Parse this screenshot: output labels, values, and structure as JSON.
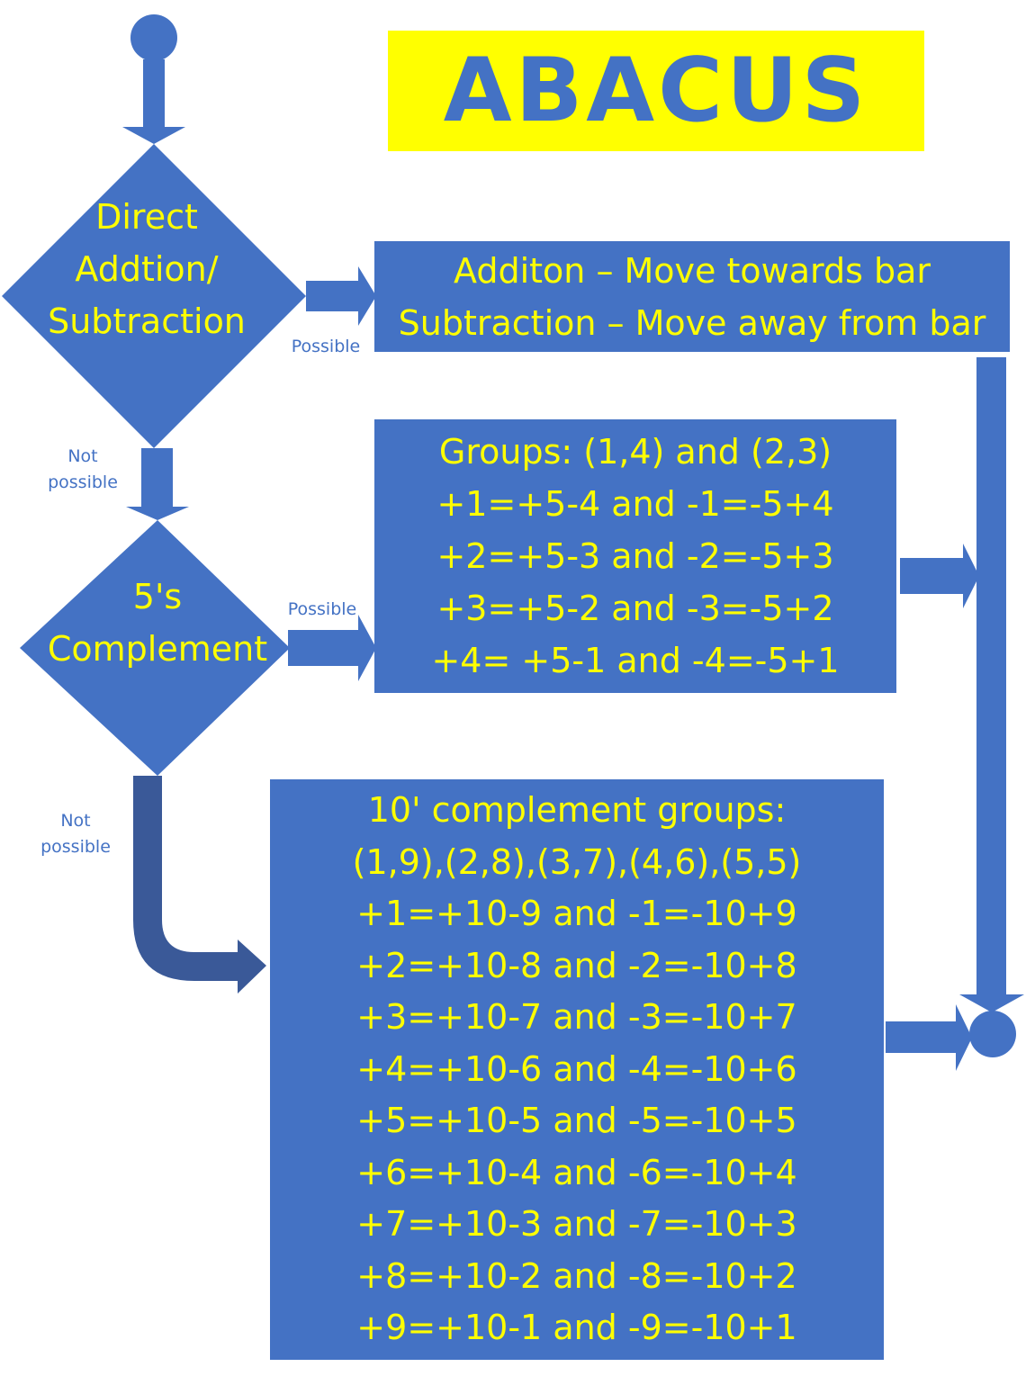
{
  "title": "ABACUS",
  "decision_1": {
    "lines": [
      "Direct",
      "Addtion/",
      "Subtraction"
    ],
    "yes_label": "Possible",
    "no_label": [
      "Not",
      "possible"
    ]
  },
  "box_direct": {
    "lines": [
      "Additon – Move towards bar",
      "Subtraction – Move away from bar"
    ]
  },
  "decision_2": {
    "lines": [
      "5's",
      "Complement"
    ],
    "yes_label": "Possible",
    "no_label": [
      "Not",
      "possible"
    ]
  },
  "box_fives": {
    "lines": [
      "Groups: (1,4) and (2,3)",
      "+1=+5-4 and -1=-5+4",
      "+2=+5-3 and -2=-5+3",
      "+3=+5-2 and -3=-5+2",
      "+4= +5-1 and -4=-5+1"
    ]
  },
  "box_tens": {
    "lines": [
      "10' complement groups:",
      "(1,9),(2,8),(3,7),(4,6),(5,5)",
      "+1=+10-9 and -1=-10+9",
      "+2=+10-8 and -2=-10+8",
      "+3=+10-7 and -3=-10+7",
      "+4=+10-6 and -4=-10+6",
      "+5=+10-5 and -5=-10+5",
      "+6=+10-4 and -6=-10+4",
      "+7=+10-3 and -7=-10+3",
      "+8=+10-2 and -8=-10+2",
      "+9=+10-1 and -9=-10+1"
    ]
  },
  "colors": {
    "shape_blue": "#4472c4",
    "dark_blue": "#3a5998",
    "text_yellow": "#ffff00",
    "title_bg": "#ffff00"
  }
}
